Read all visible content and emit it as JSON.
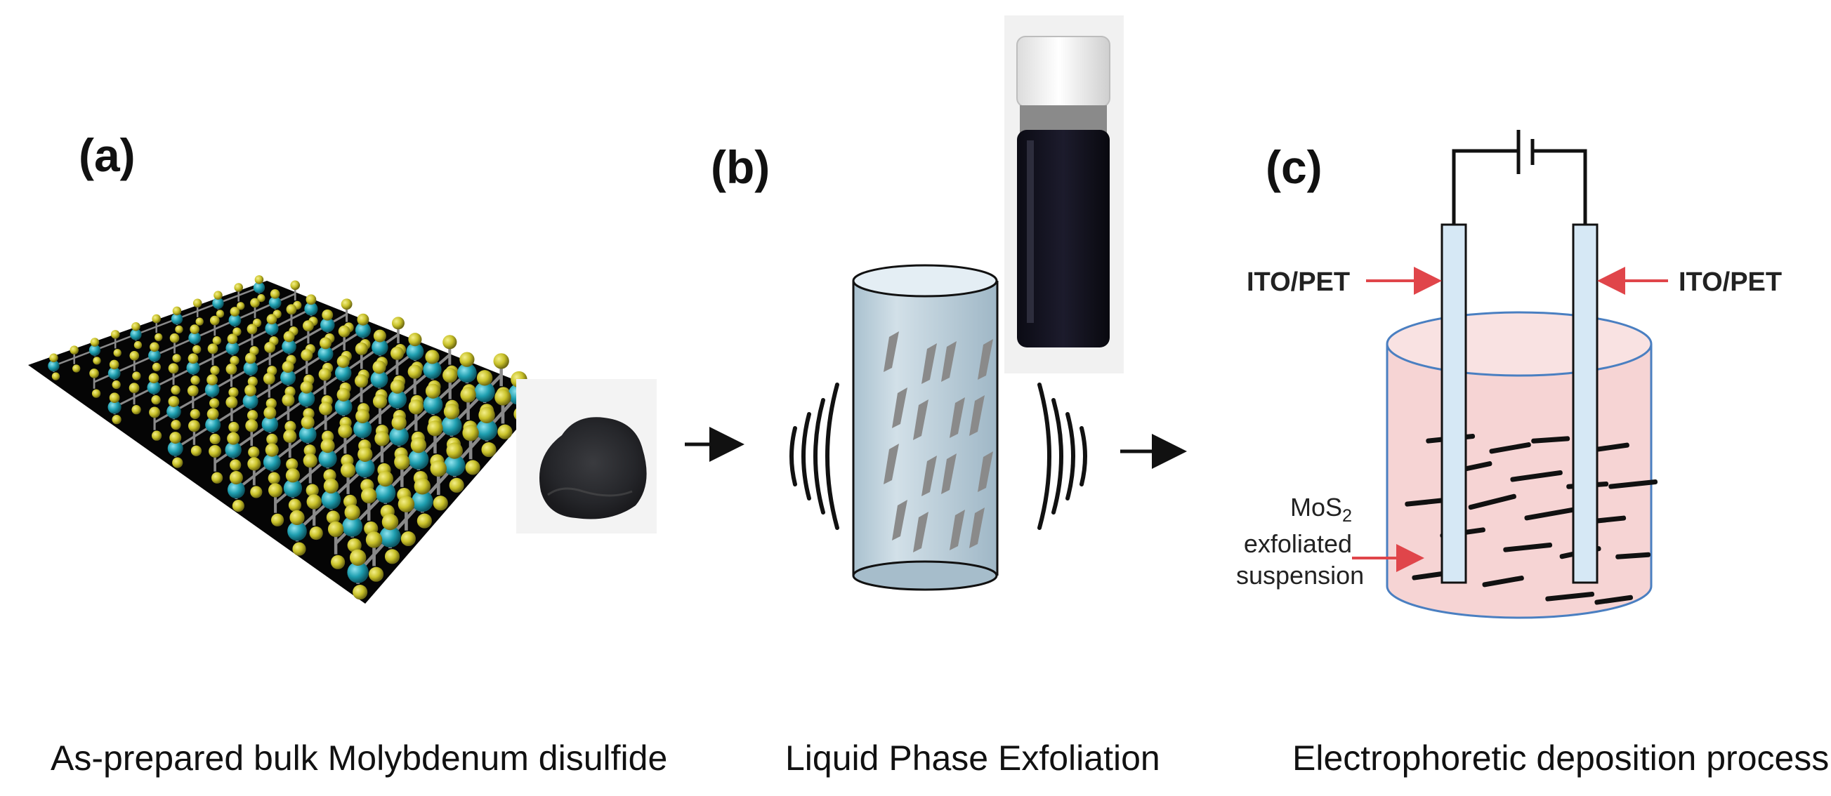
{
  "panels": {
    "a": {
      "label": "(a)",
      "caption": "As-prepared bulk Molybdenum disulfide"
    },
    "b": {
      "label": "(b)",
      "caption": "Liquid Phase Exfoliation"
    },
    "c": {
      "label": "(c)",
      "caption": "Electrophoretic deposition process",
      "electrode_left_label": "ITO/PET",
      "electrode_right_label": "ITO/PET",
      "suspension_label": {
        "line1_main": "MoS",
        "line1_sub": "2",
        "line2": "exfoliated",
        "line3": "suspension"
      }
    }
  },
  "colors": {
    "sulfur": "#c9c22a",
    "molybdenum": "#1f9fb0",
    "bond": "#8a8a8a",
    "base": "#050505",
    "beaker_fill": "#f6d4d4",
    "beaker_stroke": "#4a7fc1",
    "electrode_fill": "#d6e8f5",
    "pointer": "#e0454a",
    "cylinder_fill": "#b8cdd9",
    "flake": "#8a8a8a"
  },
  "icons": [
    "arrow-right-icon",
    "sound-wave-icon",
    "battery-icon"
  ]
}
